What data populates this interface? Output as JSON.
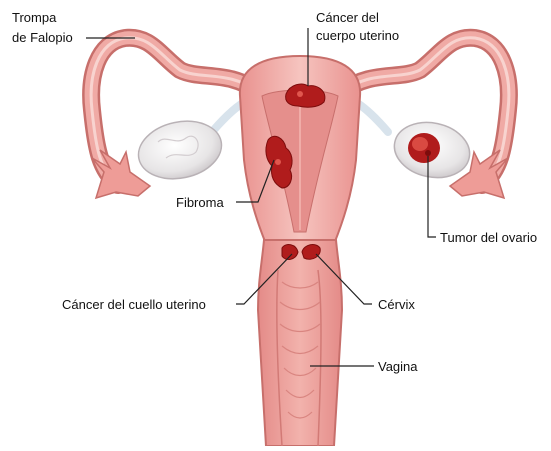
{
  "labels": {
    "trompa_line1": "Trompa",
    "trompa_line2": "de Falopio",
    "cancer_cuerpo_line1": "Cáncer del",
    "cancer_cuerpo_line2": "cuerpo uterino",
    "fibroma": "Fibroma",
    "tumor_ovario": "Tumor del ovario",
    "cancer_cuello": "Cáncer del cuello uterino",
    "cervix": "Cérvix",
    "vagina": "Vagina"
  },
  "colors": {
    "tissue": "#eda29e",
    "tissue_outline": "#c76f6b",
    "inner": "#f6c7c1",
    "cavity": "#e58f8c",
    "tumor": "#b01c1c",
    "ovary": "#e8e6e6",
    "leader": "#222222"
  }
}
